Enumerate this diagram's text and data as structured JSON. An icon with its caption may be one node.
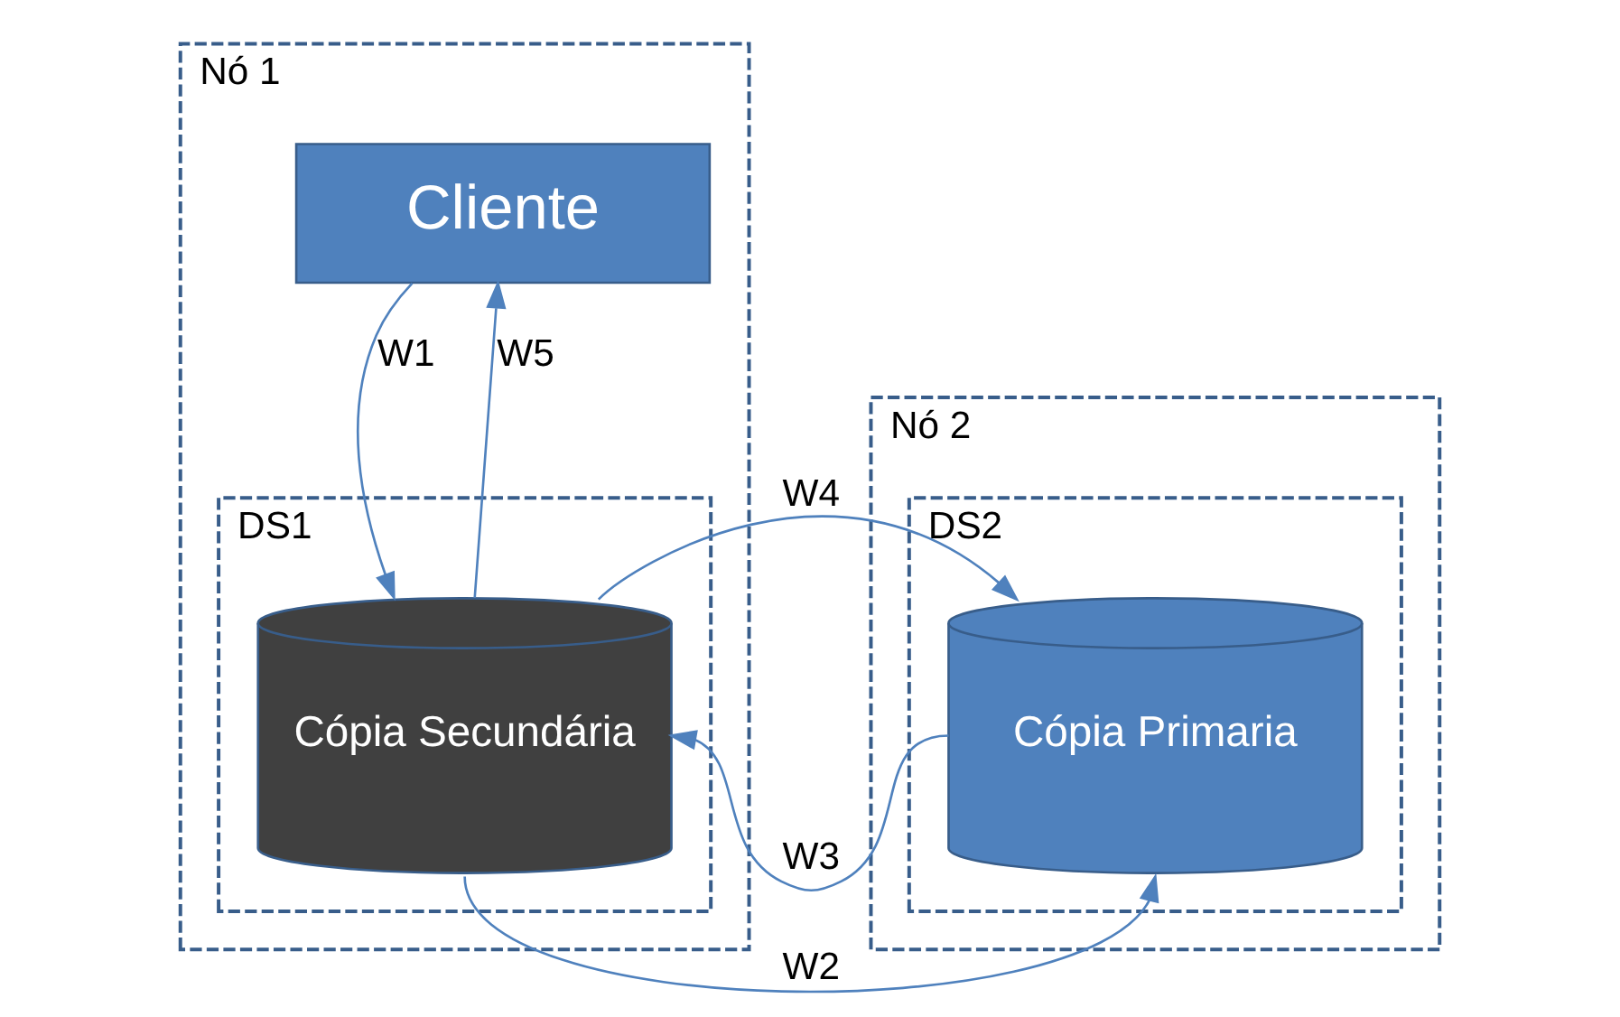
{
  "diagram": {
    "nodes": [
      {
        "text": [
          "Nó 1"
        ]
      },
      {
        "text": [
          "Cliente"
        ],
        "in": 0
      },
      {
        "text": [
          "DS1"
        ],
        "in": 0
      },
      {
        "text": [
          "Cópia Secundária"
        ],
        "in": 2
      },
      {
        "text": [
          "Nó 2"
        ]
      },
      {
        "text": [
          "DS2"
        ],
        "in": 4
      },
      {
        "text": [
          "Cópia Primaria"
        ],
        "in": 5
      }
    ],
    "edges": [
      {
        "from": 1,
        "to": 3,
        "arrow": "to",
        "label": "W1"
      },
      {
        "from": 3,
        "to": 1,
        "arrow": "to",
        "label": "W5"
      },
      {
        "from": 3,
        "to": 6,
        "arrow": "to",
        "label": "W4"
      },
      {
        "from": 6,
        "to": 3,
        "arrow": "to",
        "label": "W3"
      },
      {
        "from": 3,
        "to": 6,
        "arrow": "to",
        "label": "W2"
      }
    ]
  }
}
